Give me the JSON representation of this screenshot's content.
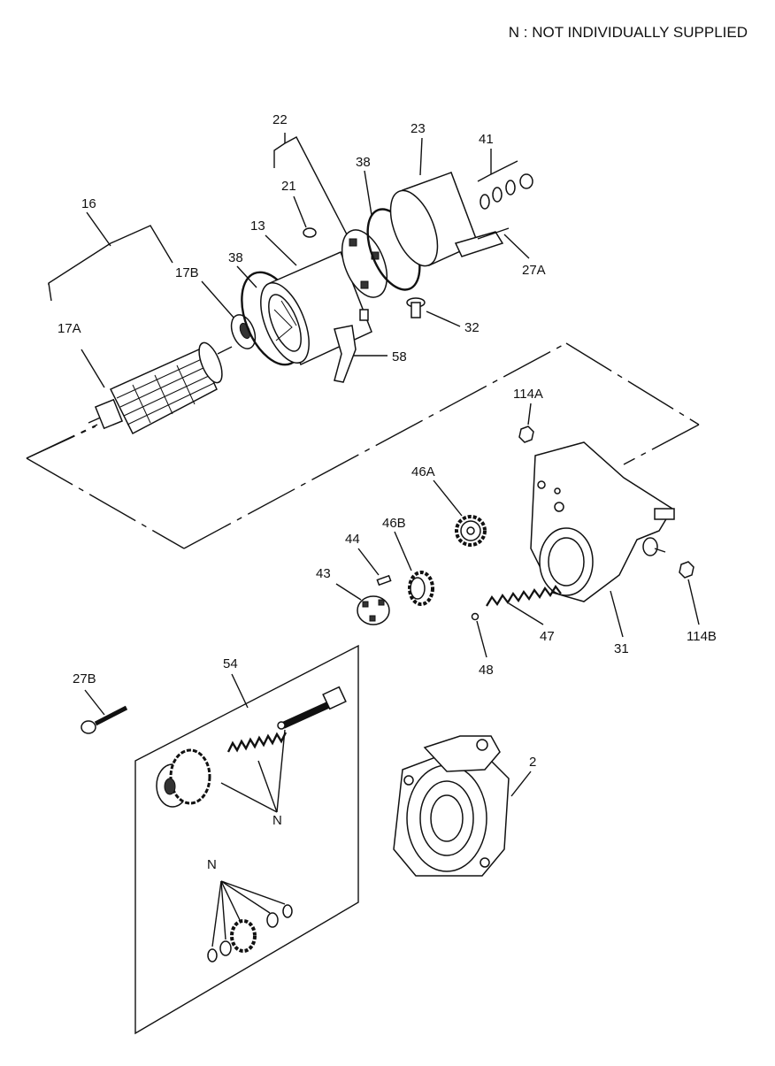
{
  "note": "N : NOT INDIVIDUALLY SUPPLIED",
  "labels": {
    "p16": "16",
    "p17A": "17A",
    "p17B": "17B",
    "p38a": "38",
    "p13": "13",
    "p22": "22",
    "p21": "21",
    "p38b": "38",
    "p23": "23",
    "p41": "41",
    "p27A": "27A",
    "p32": "32",
    "p58": "58",
    "p114A": "114A",
    "p46A": "46A",
    "p46B": "46B",
    "p44": "44",
    "p43": "43",
    "p47": "47",
    "p48": "48",
    "p31": "31",
    "p114B": "114B",
    "p27B": "27B",
    "p54": "54",
    "pN1": "N",
    "pN2": "N",
    "p2": "2"
  }
}
